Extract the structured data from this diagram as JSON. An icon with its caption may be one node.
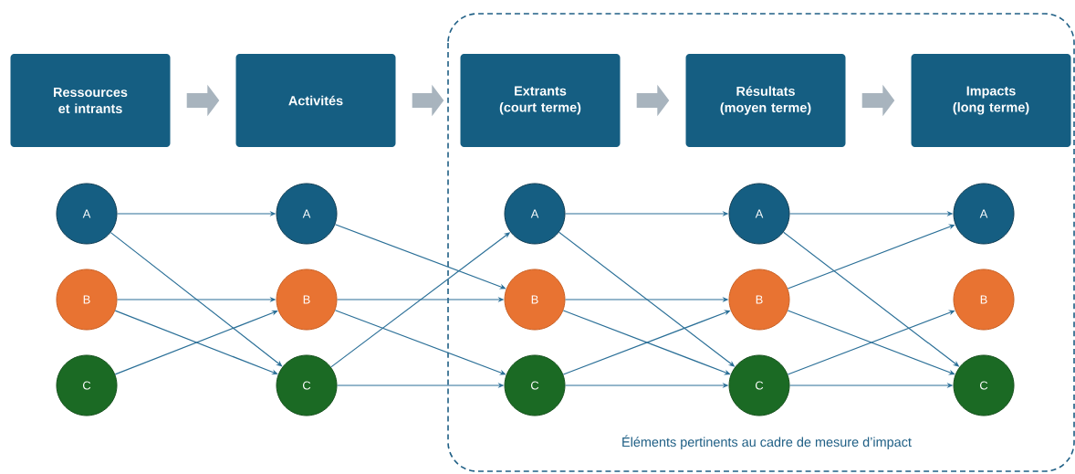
{
  "diagram": {
    "nodes": [
      {
        "text": [
          "Éléments pertinents au cadre de mesure d’impact"
        ]
      },
      {
        "text": [
          "Ressources et intrants"
        ]
      },
      {
        "text": [
          "Activités"
        ]
      },
      {
        "text": [
          "Extrants (court terme)"
        ],
        "in": 0
      },
      {
        "text": [
          "Résultats (moyen terme)"
        ],
        "in": 0
      },
      {
        "text": [
          "Impacts (long terme)"
        ],
        "in": 0
      },
      {
        "text": [
          "A"
        ]
      },
      {
        "text": [
          "B"
        ]
      },
      {
        "text": [
          "C"
        ]
      },
      {
        "text": [
          "A"
        ]
      },
      {
        "text": [
          "B"
        ]
      },
      {
        "text": [
          "C"
        ]
      },
      {
        "text": [
          "A"
        ],
        "in": 0
      },
      {
        "text": [
          "B"
        ],
        "in": 0
      },
      {
        "text": [
          "C"
        ],
        "in": 0
      },
      {
        "text": [
          "A"
        ],
        "in": 0
      },
      {
        "text": [
          "B"
        ],
        "in": 0
      },
      {
        "text": [
          "C"
        ],
        "in": 0
      },
      {
        "text": [
          "A"
        ],
        "in": 0
      },
      {
        "text": [
          "B"
        ],
        "in": 0
      },
      {
        "text": [
          "C"
        ],
        "in": 0
      }
    ],
    "edges": [
      {
        "from": 1,
        "to": 2,
        "arrow": "to",
        "style": "thick",
        "color": "#a8b4be"
      },
      {
        "from": 2,
        "to": 3,
        "arrow": "to",
        "style": "thick",
        "color": "#a8b4be"
      },
      {
        "from": 3,
        "to": 4,
        "arrow": "to",
        "style": "thick",
        "color": "#a8b4be"
      },
      {
        "from": 4,
        "to": 5,
        "arrow": "to",
        "style": "thick",
        "color": "#a8b4be"
      },
      {
        "from": 6,
        "to": 9,
        "arrow": "to"
      },
      {
        "from": 6,
        "to": 11,
        "arrow": "to"
      },
      {
        "from": 7,
        "to": 10,
        "arrow": "to"
      },
      {
        "from": 7,
        "to": 11,
        "arrow": "to"
      },
      {
        "from": 8,
        "to": 10,
        "arrow": "to"
      },
      {
        "from": 9,
        "to": 13,
        "arrow": "to"
      },
      {
        "from": 10,
        "to": 13,
        "arrow": "to"
      },
      {
        "from": 10,
        "to": 14,
        "arrow": "to"
      },
      {
        "from": 11,
        "to": 12,
        "arrow": "to"
      },
      {
        "from": 11,
        "to": 14,
        "arrow": "to"
      },
      {
        "from": 12,
        "to": 15,
        "arrow": "to"
      },
      {
        "from": 12,
        "to": 17,
        "arrow": "to"
      },
      {
        "from": 13,
        "to": 16,
        "arrow": "to"
      },
      {
        "from": 13,
        "to": 17,
        "arrow": "to"
      },
      {
        "from": 14,
        "to": 16,
        "arrow": "to"
      },
      {
        "from": 14,
        "to": 17,
        "arrow": "to"
      },
      {
        "from": 15,
        "to": 18,
        "arrow": "to"
      },
      {
        "from": 15,
        "to": 20,
        "arrow": "to"
      },
      {
        "from": 16,
        "to": 18,
        "arrow": "to"
      },
      {
        "from": 16,
        "to": 20,
        "arrow": "to"
      },
      {
        "from": 17,
        "to": 19,
        "arrow": "to"
      },
      {
        "from": 17,
        "to": 20,
        "arrow": "to"
      }
    ]
  }
}
